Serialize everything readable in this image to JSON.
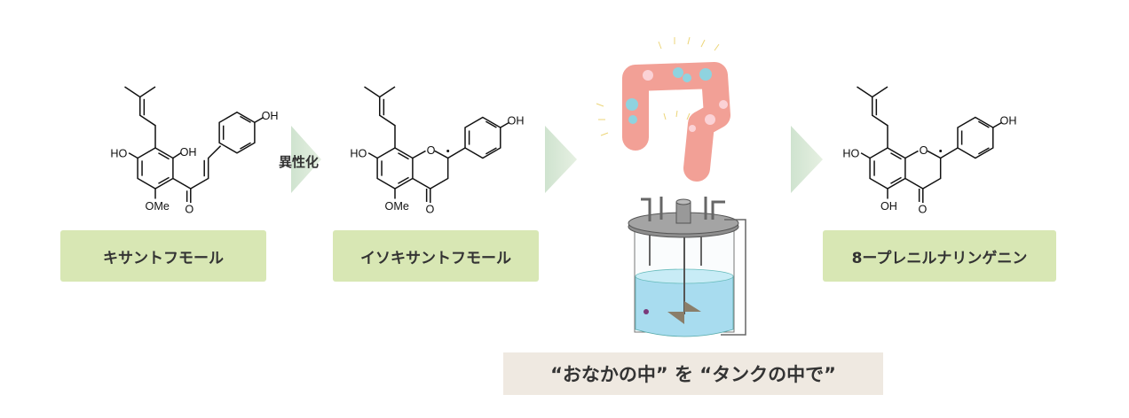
{
  "compounds": [
    {
      "name": "キサントフモール",
      "substituents": {
        "hydroxy_left": "HO",
        "hydroxy_right": "OH",
        "phenol": "OH",
        "methoxy": "OMe",
        "carbonyl": "O"
      }
    },
    {
      "name": "イソキサントフモール",
      "substituents": {
        "hydroxy_left": "HO",
        "phenol": "OH",
        "methoxy": "OMe",
        "carbonyl": "O",
        "ring_oxygen": "O"
      }
    },
    {
      "name": "8ープレニルナリンゲニン",
      "substituents": {
        "hydroxy_left": "HO",
        "phenol": "OH",
        "hydroxy_bottom": "OH",
        "carbonyl": "O",
        "ring_oxygen": "O"
      }
    }
  ],
  "arrows": {
    "isomerization_label": "異性化"
  },
  "caption": "“おなかの中” を “タンクの中で”",
  "colors": {
    "label_bg": "#d8e7b4",
    "arrow": "#dcebd9",
    "caption_bg": "#efe9e1",
    "intestine": "#f2a096"
  }
}
